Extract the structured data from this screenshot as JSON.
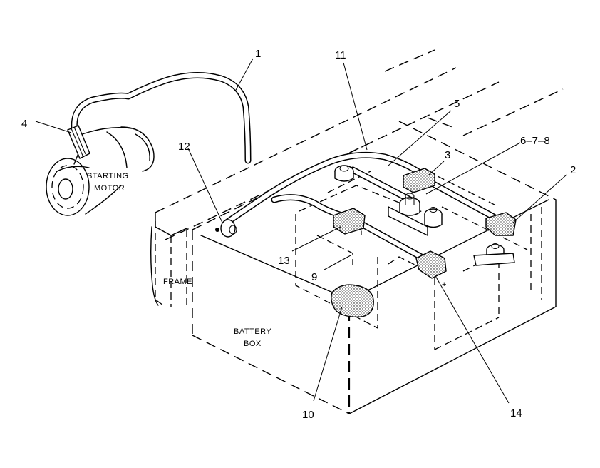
{
  "callouts": {
    "c1": "1",
    "c2": "2",
    "c3": "3",
    "c4": "4",
    "c5": "5",
    "c678": "6–7–8",
    "c9": "9",
    "c10": "10",
    "c11": "11",
    "c12": "12",
    "c13": "13",
    "c14": "14"
  },
  "labels": {
    "starting_motor_line1": "STARTING",
    "starting_motor_line2": "MOTOR",
    "frame": "FRAME",
    "battery_box_line1": "BATTERY",
    "battery_box_line2": "BOX"
  },
  "terminal_marks": {
    "plus_left": "+",
    "plus_right": "+"
  }
}
